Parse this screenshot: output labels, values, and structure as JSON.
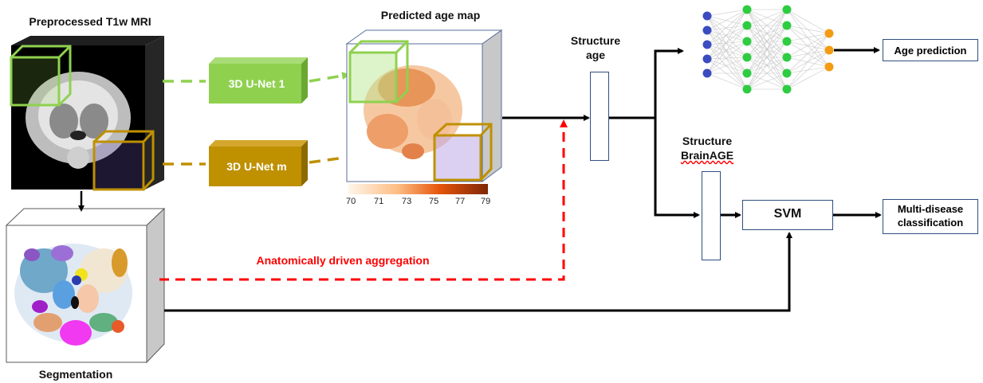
{
  "labels": {
    "mri_title": "Preprocessed T1w MRI",
    "age_map_title": "Predicted age map",
    "structure_age_line1": "Structure",
    "structure_age_line2": "age",
    "structure_brainage_line1": "Structure",
    "structure_brainage_line2": "BrainAGE",
    "segmentation": "Segmentation",
    "aggregation": "Anatomically driven aggregation"
  },
  "unets": {
    "unet1": "3D U-Net 1",
    "unetm": "3D U-Net m"
  },
  "outputs": {
    "age_prediction": "Age prediction",
    "svm": "SVM",
    "multi_disease_line1": "Multi-disease",
    "multi_disease_line2": "classification"
  },
  "colorbar": {
    "ticks": [
      "70",
      "71",
      "73",
      "75",
      "77",
      "79"
    ],
    "min_color": "#fff5ea",
    "max_color": "#7f2704"
  },
  "colors": {
    "unet1": "#8fd14f",
    "unetm": "#bf9000",
    "aggregation": "#ff0000",
    "arrow": "#000000",
    "nn_input": "#3b4cc0",
    "nn_hidden": "#2ecc40",
    "nn_output": "#f39c12"
  }
}
